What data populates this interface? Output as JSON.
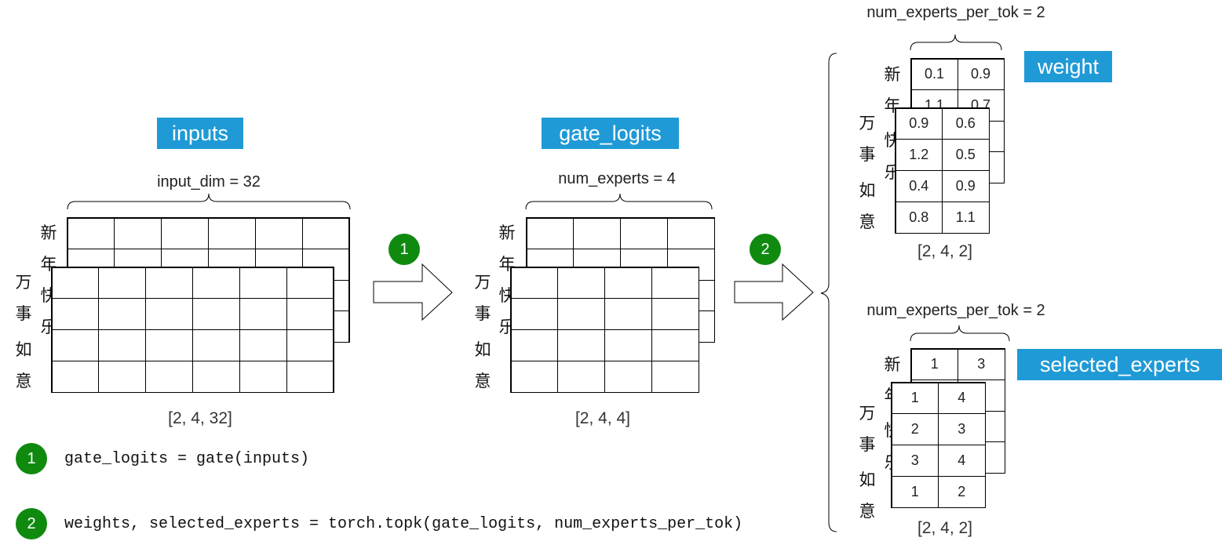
{
  "inputs": {
    "label": "inputs",
    "dim_label": "input_dim = 32",
    "shape": "[2, 4, 32]",
    "back_tokens": [
      "新",
      "年",
      "快",
      "乐"
    ],
    "front_tokens": [
      "万",
      "事",
      "如",
      "意"
    ]
  },
  "gate_logits": {
    "label": "gate_logits",
    "dim_label": "num_experts = 4",
    "shape": "[2, 4, 4]",
    "back_tokens": [
      "新",
      "年",
      "快",
      "乐"
    ],
    "front_tokens": [
      "万",
      "事",
      "如",
      "意"
    ]
  },
  "weight": {
    "label": "weight",
    "dim_label": "num_experts_per_tok = 2",
    "shape": "[2, 4, 2]",
    "back_tokens": [
      "新",
      "年",
      "快",
      "乐"
    ],
    "front_tokens": [
      "万",
      "事",
      "如",
      "意"
    ],
    "back_values": [
      [
        "0.1",
        "0.9"
      ],
      [
        "1.1",
        "0.7"
      ],
      [
        "",
        ""
      ],
      [
        "",
        ""
      ]
    ],
    "front_values": [
      [
        "0.9",
        "0.6"
      ],
      [
        "1.2",
        "0.5"
      ],
      [
        "0.4",
        "0.9"
      ],
      [
        "0.8",
        "1.1"
      ]
    ]
  },
  "selected_experts": {
    "label": "selected_experts",
    "dim_label": "num_experts_per_tok = 2",
    "shape": "[2, 4, 2]",
    "back_tokens": [
      "新",
      "年",
      "快",
      "乐"
    ],
    "front_tokens": [
      "万",
      "事",
      "如",
      "意"
    ],
    "back_values": [
      [
        "1",
        "3"
      ],
      [
        "",
        ""
      ],
      [
        "",
        ""
      ],
      [
        "",
        ""
      ]
    ],
    "front_values": [
      [
        "1",
        "4"
      ],
      [
        "2",
        "3"
      ],
      [
        "3",
        "4"
      ],
      [
        "1",
        "2"
      ]
    ]
  },
  "steps": [
    {
      "number": "1",
      "code": "gate_logits = gate(inputs)"
    },
    {
      "number": "2",
      "code": "weights, selected_experts = torch.topk(gate_logits, num_experts_per_tok)"
    }
  ],
  "colors": {
    "tag_bg": "#1f9ad6",
    "badge_bg": "#0f8a0f",
    "line": "#000000"
  }
}
